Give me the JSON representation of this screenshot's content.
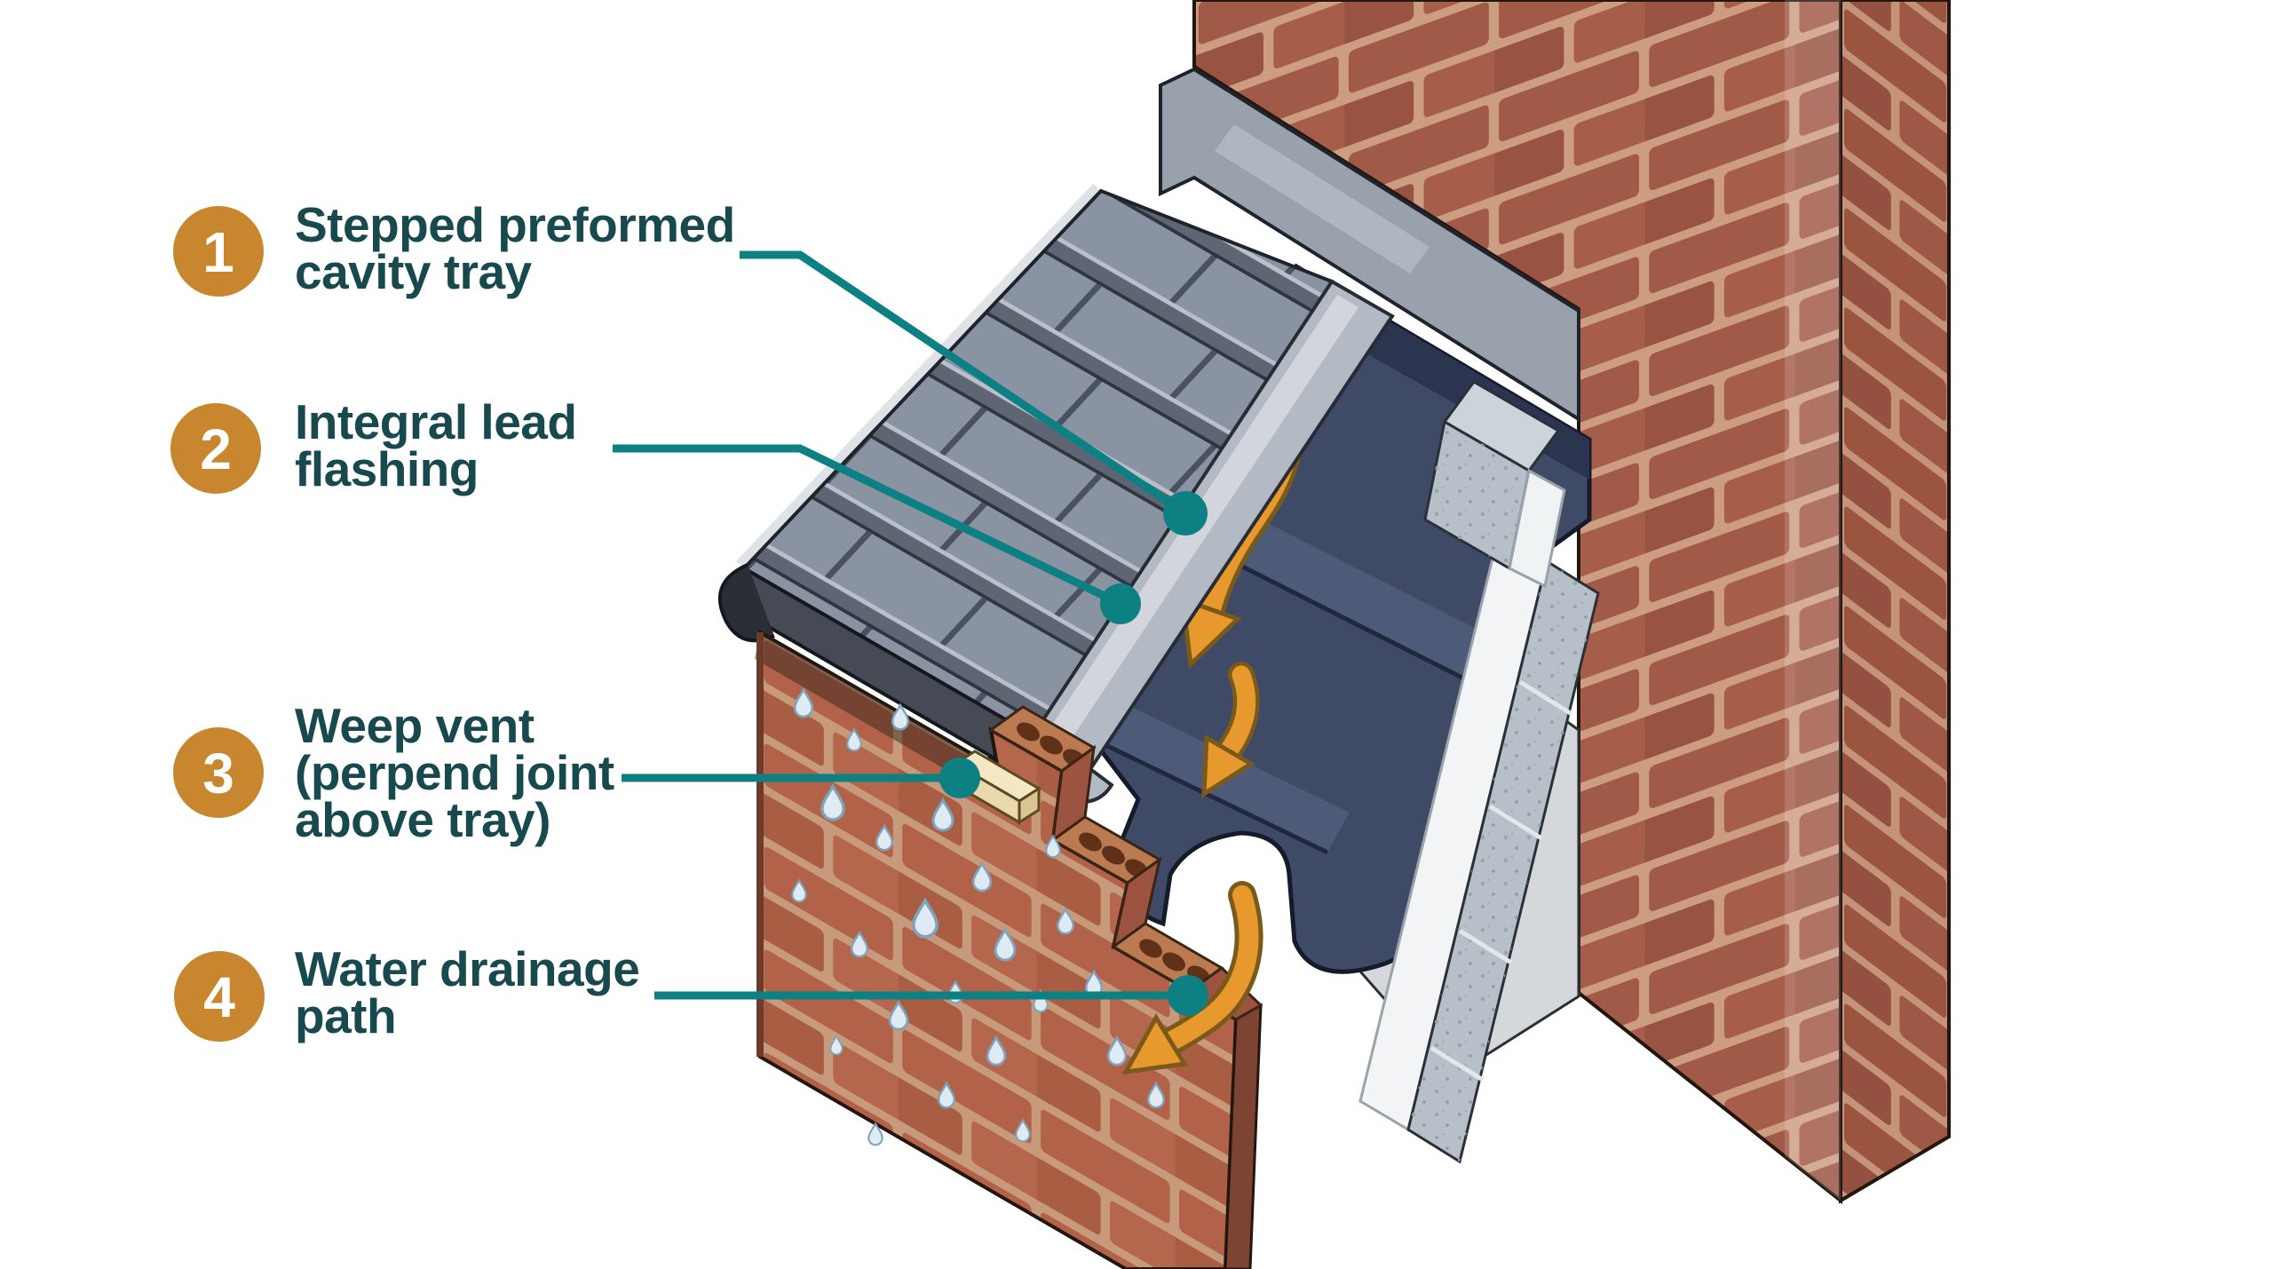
{
  "diagram": {
    "title": "",
    "labels": [
      {
        "number": "1",
        "lines": [
          "Stepped preformed",
          "cavity tray"
        ]
      },
      {
        "number": "2",
        "lines": [
          "Integral lead",
          "flashing"
        ]
      },
      {
        "number": "3",
        "lines": [
          "Weep vent",
          "(perpend joint",
          "above tray)"
        ]
      },
      {
        "number": "4",
        "lines": [
          "Water drainage",
          "path"
        ]
      }
    ],
    "palette": {
      "label_text_teal": "#17494F",
      "leader_teal": "#0D8084",
      "badge_gold": "#C8872E",
      "cavity_tray_navy": "#3E4A66",
      "roof_tile_grey": "#8A93A1",
      "cover_flashing_grey": "#99A1AD",
      "lead_flashing_grey": "#B4BAC3",
      "brick_red": "#B26248",
      "mortar_tan": "#C79A7C",
      "blockwork_grey": "#B7C0C8",
      "insulation_white": "#F2F4F5",
      "render_grey": "#D5D8DB",
      "arrow_orange": "#E8992E",
      "droplet_blue": "#DFEAF2",
      "weep_vent_cream": "#EAD9AD"
    },
    "parts": [
      "stepped-cavity-tray",
      "integral-lead-flashing",
      "weep-vent",
      "water-drainage-arrows",
      "roof-tiles",
      "cover-flashing",
      "abutment-brick-wall",
      "outer-brick-leaf",
      "insulation-boards",
      "blockwork-inner-leaf",
      "render-wall",
      "water-droplets",
      "gutter"
    ]
  }
}
